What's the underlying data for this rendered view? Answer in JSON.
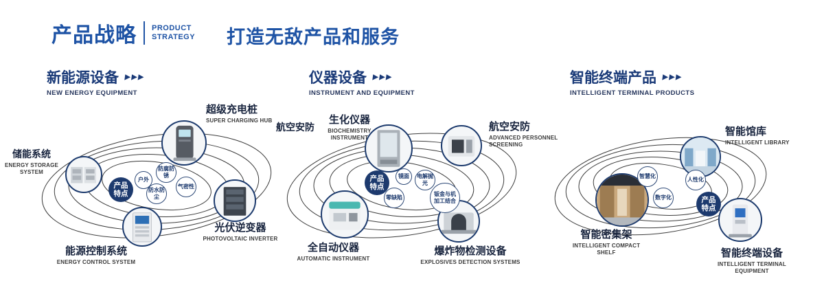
{
  "colors": {
    "brand_blue": "#1e53a5",
    "navy": "#1c3a6d",
    "ring_gray": "#3b3b3b"
  },
  "header": {
    "brand_cn": "产品战略",
    "brand_en_line1": "PRODUCT",
    "brand_en_line2": "STRATEGY",
    "slogan": "打造无敌产品和服务"
  },
  "sections": [
    {
      "title_cn": "新能源设备",
      "title_en": "NEW ENERGY EQUIPMENT",
      "arrows": "▶▶▶",
      "badge": "产品特点",
      "features": [
        "户外",
        "防腐防锈",
        "气密性",
        "防水防尘"
      ],
      "nodes": [
        {
          "cn": "超级充电桩",
          "en": "SUPER CHARGING HUB"
        },
        {
          "cn": "储能系统",
          "en": "ENERGY STORAGE SYSTEM"
        },
        {
          "cn": "光伏逆变器",
          "en": "PHOTOVOLTAIC INVERTER"
        },
        {
          "cn": "能源控制系统",
          "en": "ENERGY CONTROL SYSTEM"
        }
      ]
    },
    {
      "title_cn": "仪器设备",
      "title_en": "INSTRUMENT AND EQUIPMENT",
      "arrows": "▶▶▶",
      "badge": "产品特点",
      "extra_label": "航空安防",
      "features": [
        "镜面",
        "电解抛光",
        "零缺陷",
        "钣金与机加工结合"
      ],
      "nodes": [
        {
          "cn": "生化仪器",
          "en": "BIOCHEMISTRY INSTRUMENT"
        },
        {
          "cn": "航空安防",
          "en": "ADVANCED PERSONNEL SCREENING"
        },
        {
          "cn": "全自动仪器",
          "en": "AUTOMATIC INSTRUMENT"
        },
        {
          "cn": "爆炸物检测设备",
          "en": "EXPLOSIVES DETECTION SYSTEMS"
        }
      ]
    },
    {
      "title_cn": "智能终端产品",
      "title_en": "INTELLIGENT TERMINAL PRODUCTS",
      "arrows": "▶▶▶",
      "badge": "产品特点",
      "features": [
        "智慧化",
        "人性化",
        "数字化"
      ],
      "nodes": [
        {
          "cn": "智能馆库",
          "en": "INTELLIGENT LIBRARY"
        },
        {
          "cn": "智能密集架",
          "en": "INTELLIGENT COMPACT SHELF"
        },
        {
          "cn": "智能终端设备",
          "en": "INTELLIGENT TERMINAL EQUIPMENT"
        }
      ]
    }
  ]
}
